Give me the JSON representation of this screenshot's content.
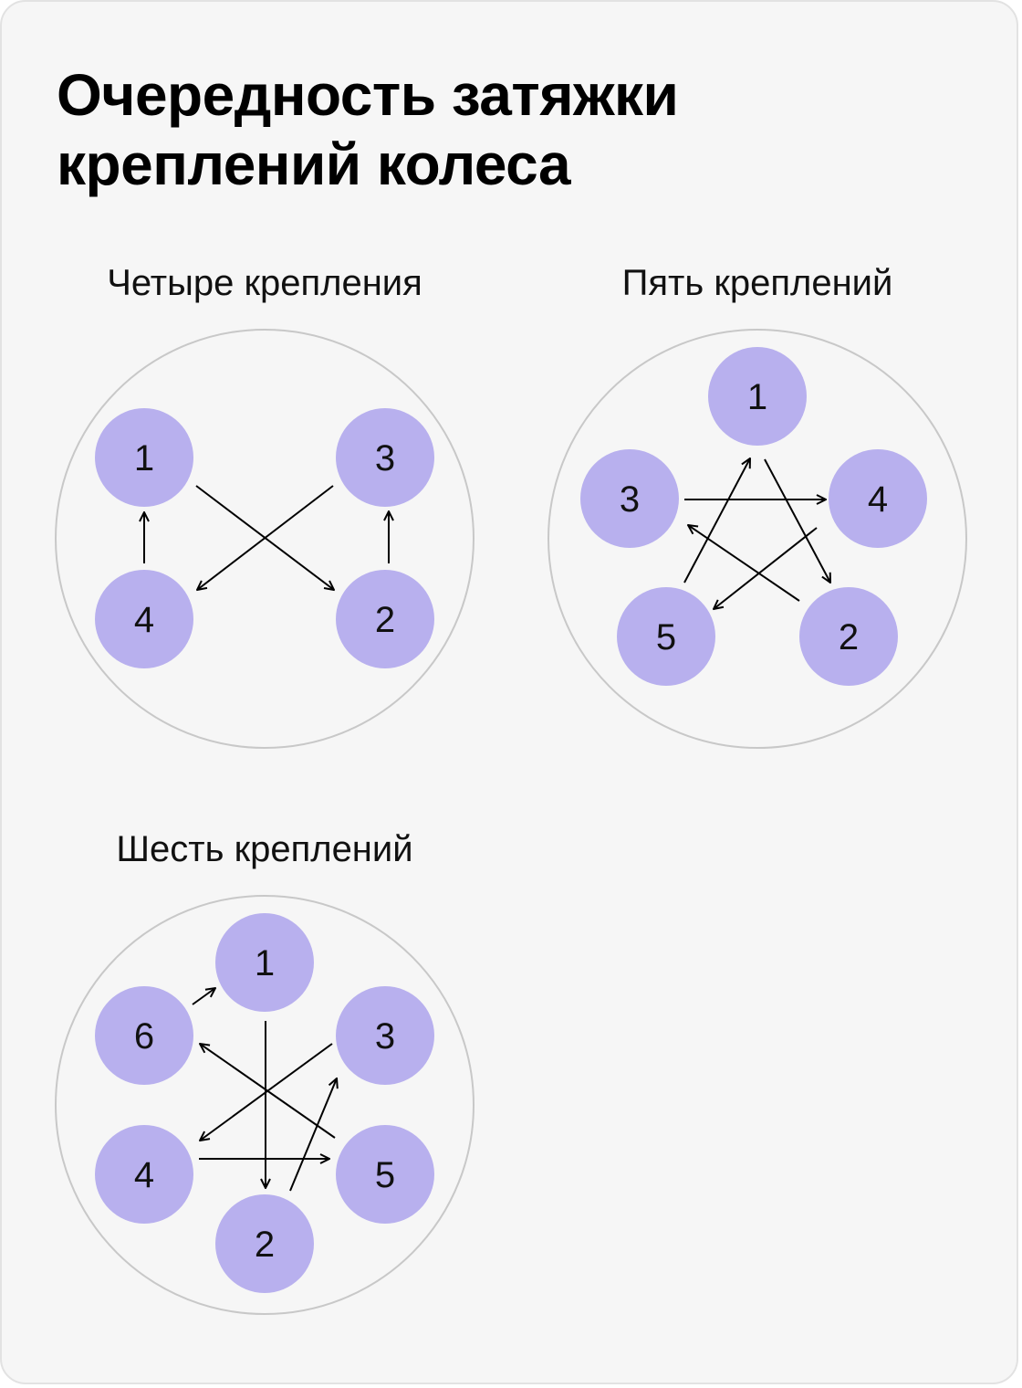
{
  "title": {
    "line1": "Очередность затяжки",
    "line2": "креплений колеса"
  },
  "colors": {
    "card_background": "#f6f6f6",
    "hub_outline": "#c8c8c8",
    "bolt_fill": "#b8b0ee",
    "arrow": "#000000",
    "text": "#000000"
  },
  "diagrams": [
    {
      "id": "four",
      "label": "Четыре крепления",
      "bolts": [
        "1",
        "2",
        "3",
        "4"
      ]
    },
    {
      "id": "five",
      "label": "Пять креплений",
      "bolts": [
        "1",
        "2",
        "3",
        "4",
        "5"
      ]
    },
    {
      "id": "six",
      "label": "Шесть креплений",
      "bolts": [
        "1",
        "2",
        "3",
        "4",
        "5",
        "6"
      ]
    }
  ]
}
